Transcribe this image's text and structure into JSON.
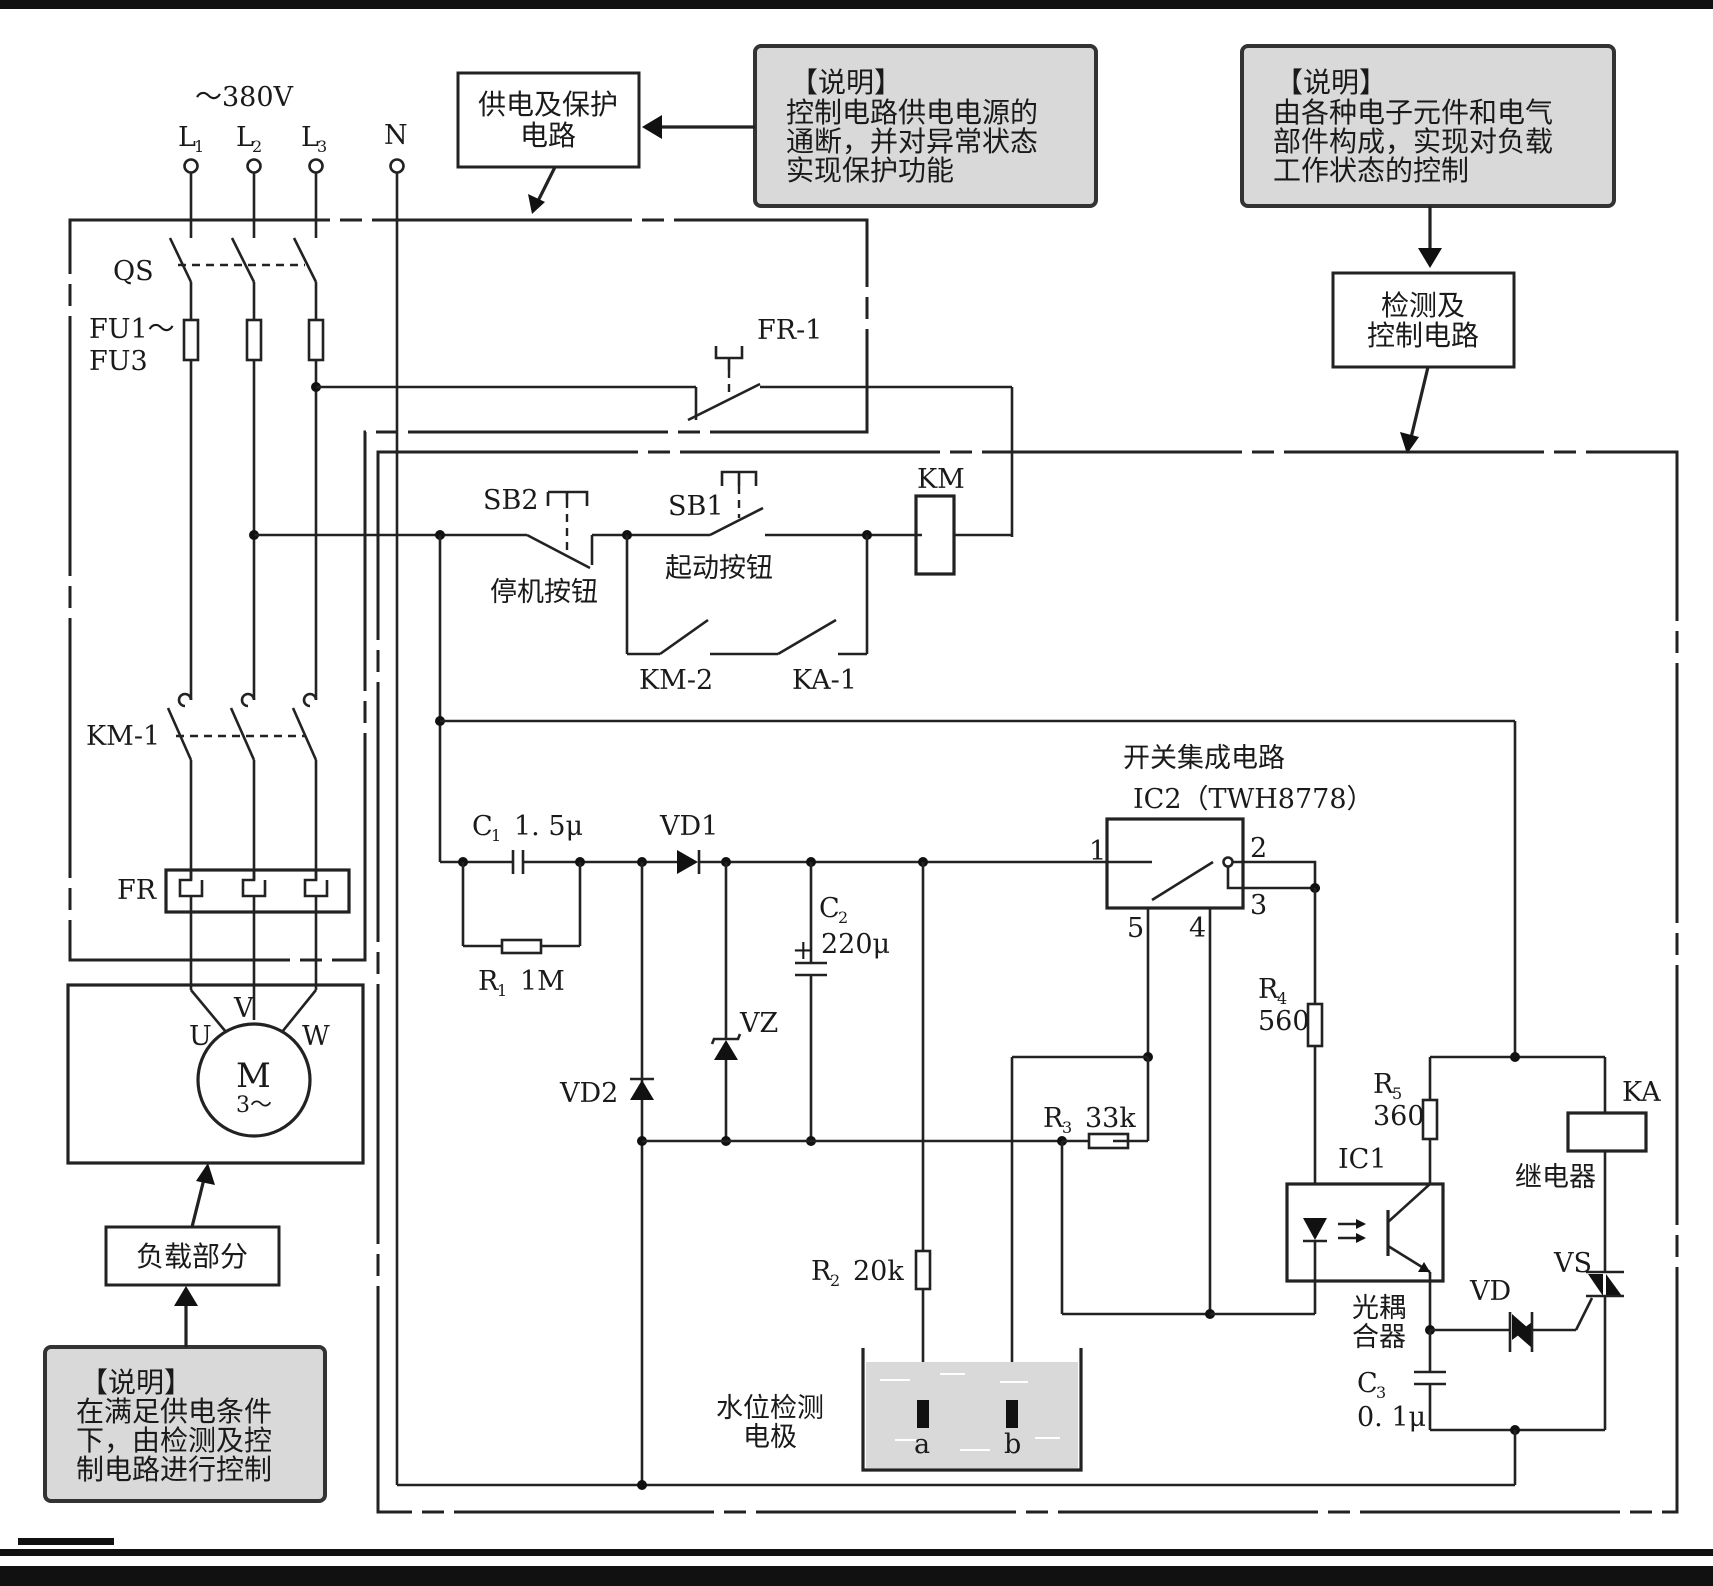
{
  "notes": {
    "power": {
      "title": "【说明】",
      "lines": [
        "控制电路供电电源的",
        "通断，并对异常状态",
        "实现保护功能"
      ]
    },
    "control": {
      "title": "【说明】",
      "lines": [
        "由各种电子元件和电气",
        "部件构成，实现对负载",
        "工作状态的控制"
      ]
    },
    "load": {
      "title": "【说明】",
      "lines": [
        "在满足供电条件",
        "下，由检测及控",
        "制电路进行控制"
      ]
    }
  },
  "blocks": {
    "power": [
      "供电及保护",
      "电路"
    ],
    "control": [
      "检测及",
      "控制电路"
    ],
    "load": "负载部分"
  },
  "supply": {
    "voltage": "～380V",
    "lines": [
      "L",
      "L",
      "L"
    ],
    "line_subs": [
      "1",
      "2",
      "3"
    ],
    "neutral": "N"
  },
  "components": {
    "qs": "QS",
    "fuses": [
      "FU1～",
      "FU3"
    ],
    "fr1": "FR-1",
    "km_main": "KM-1",
    "fr": "FR",
    "motor": {
      "m": "M",
      "phase": "3～",
      "u": "U",
      "v": "V",
      "w": "W"
    },
    "sb2": "SB2",
    "sb2_desc": "停机按钮",
    "sb1": "SB1",
    "sb1_desc": "起动按钮",
    "km_coil": "KM",
    "km2": "KM-2",
    "ka1": "KA-1",
    "ic2_title": "开关集成电路",
    "ic2_name": "IC2（TWH8778）",
    "ic2_pins": [
      "1",
      "2",
      "3",
      "4",
      "5"
    ],
    "c1": {
      "name": "C",
      "sub": "1",
      "value": "1. 5μ"
    },
    "r1": {
      "name": "R",
      "sub": "1",
      "value": "1M"
    },
    "vd1": "VD1",
    "vd2": "VD2",
    "vz": "VZ",
    "c2": {
      "name": "C",
      "sub": "2",
      "value": "220μ",
      "plus": "+"
    },
    "r2": {
      "name": "R",
      "sub": "2",
      "value": "20k"
    },
    "r3": {
      "name": "R",
      "sub": "3",
      "value": "33k"
    },
    "r4": {
      "name": "R",
      "sub": "4",
      "value": "560"
    },
    "r5": {
      "name": "R",
      "sub": "5",
      "value": "360"
    },
    "ic1": "IC1",
    "ic1_desc": [
      "光耦",
      "合器"
    ],
    "ka": "KA",
    "ka_desc": "继电器",
    "vd": "VD",
    "vs": "VS",
    "c3": {
      "name": "C",
      "sub": "3",
      "value": "0. 1μ"
    },
    "electrode": {
      "label": [
        "水位检测",
        "电极"
      ],
      "a": "a",
      "b": "b"
    }
  }
}
